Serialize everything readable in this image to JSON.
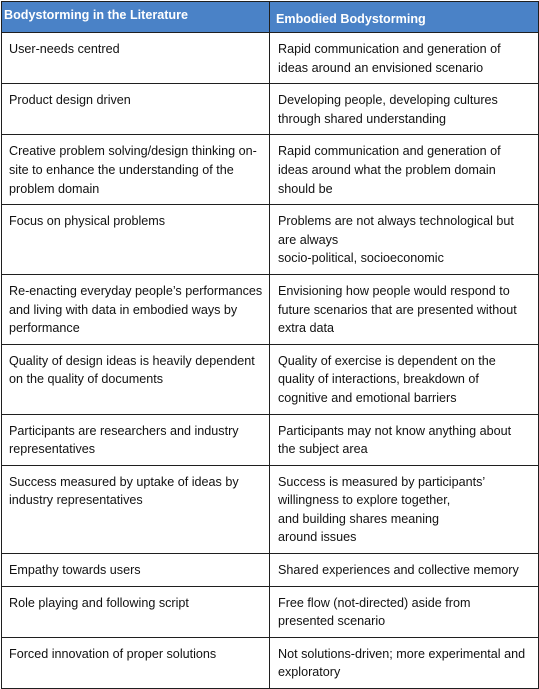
{
  "table": {
    "headers": [
      "Bodystorming in the Literature",
      "Embodied Bodystorming"
    ],
    "rows": [
      {
        "left": "User-needs centred",
        "right": "Rapid communication and generation of\nideas around an envisioned scenario"
      },
      {
        "left": "Product design driven",
        "right": "Developing people, developing cultures\nthrough shared understanding"
      },
      {
        "left": "Creative problem solving/design thinking on-\nsite to enhance the understanding of the\nproblem domain",
        "right": "Rapid communication and generation of\nideas around what the problem domain\nshould be"
      },
      {
        "left": "Focus on physical problems",
        "right": "Problems are not always technological but\nare always\nsocio-political, socioeconomic"
      },
      {
        "left": "Re-enacting everyday people’s performances\nand living with data in embodied ways by\nperformance",
        "right": "Envisioning how people would respond to\nfuture scenarios that are presented without\nextra data"
      },
      {
        "left": "Quality of design ideas is heavily dependent\non the quality of documents",
        "right": "Quality of exercise is dependent on the\nquality of interactions, breakdown of\ncognitive and emotional barriers"
      },
      {
        "left": "Participants are researchers and industry\nrepresentatives",
        "right": "Participants may not know anything about\nthe subject area"
      },
      {
        "left": "Success measured by uptake of ideas by\nindustry representatives",
        "right": "Success is measured by participants’\nwillingness to explore together,\nand building shares meaning\naround issues"
      },
      {
        "left": "Empathy towards users",
        "right": "Shared experiences and collective memory"
      },
      {
        "left": "Role playing and following script",
        "right": "Free flow (not-directed) aside from\npresented scenario"
      },
      {
        "left": "Forced innovation of proper solutions",
        "right": "Not solutions-driven; more experimental and\nexploratory"
      }
    ]
  },
  "colors": {
    "header_bg": "#4a82c7",
    "header_text": "#ffffff",
    "border": "#1f1f1f"
  }
}
